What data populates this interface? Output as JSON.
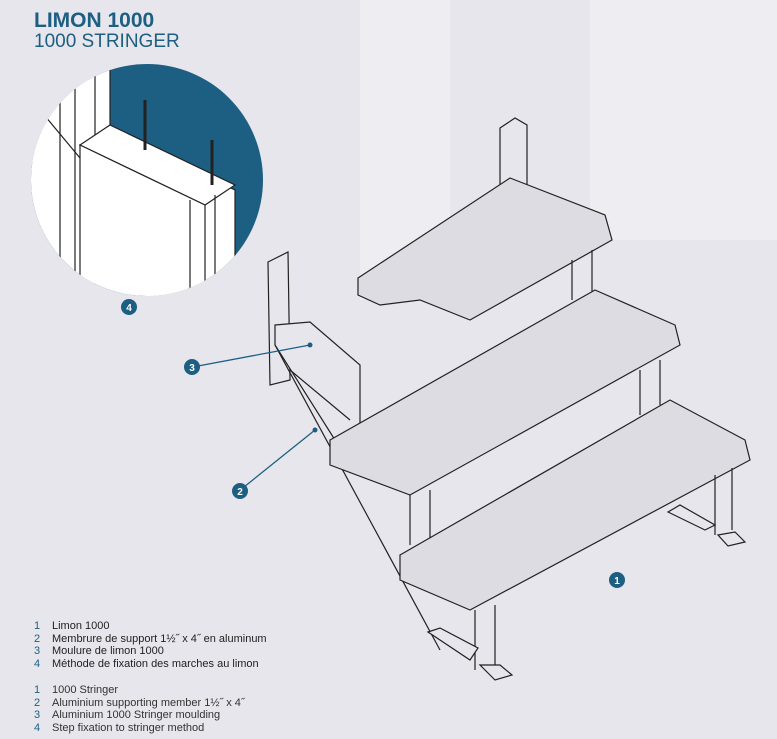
{
  "title": {
    "fr": "LIMON 1000",
    "en": "1000 STRINGER"
  },
  "callouts": [
    "1",
    "2",
    "3",
    "4"
  ],
  "legend_fr": [
    {
      "num": "1",
      "text": "Limon 1000"
    },
    {
      "num": "2",
      "text": "Membrure de support 1½˝ x 4˝ en aluminum"
    },
    {
      "num": "3",
      "text": "Moulure de limon 1000"
    },
    {
      "num": "4",
      "text": "Méthode de fixation des marches au limon"
    }
  ],
  "legend_en": [
    {
      "num": "1",
      "text": "1000 Stringer"
    },
    {
      "num": "2",
      "text": "Aluminium supporting member 1½˝ x 4˝"
    },
    {
      "num": "3",
      "text": "Aluminium 1000 Stringer moulding"
    },
    {
      "num": "4",
      "text": "Step fixation to stringer method"
    }
  ],
  "colors": {
    "brand": "#1d5f82",
    "background": "#e6e6ec",
    "tread": "#dcdce2"
  }
}
